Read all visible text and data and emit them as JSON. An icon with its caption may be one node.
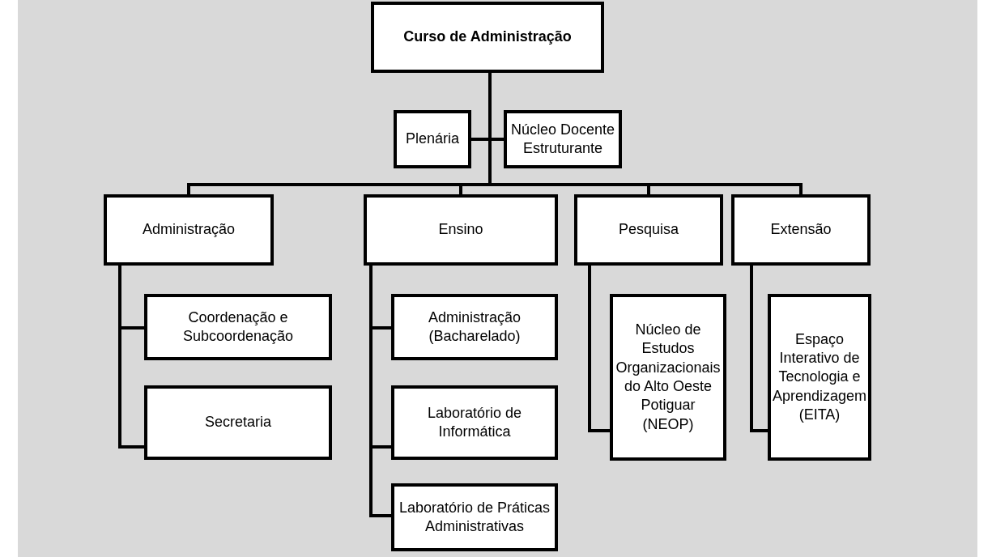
{
  "diagram": {
    "nodes": [
      {
        "text": [
          "Curso de Administração"
        ]
      },
      {
        "text": [
          "Plenária"
        ]
      },
      {
        "text": [
          "Núcleo Docente Estruturante"
        ]
      },
      {
        "text": [
          "Administração"
        ]
      },
      {
        "text": [
          "Ensino"
        ]
      },
      {
        "text": [
          "Pesquisa"
        ]
      },
      {
        "text": [
          "Extensão"
        ]
      },
      {
        "text": [
          "Coordenação e Subcoordenação"
        ]
      },
      {
        "text": [
          "Secretaria"
        ]
      },
      {
        "text": [
          "Administração (Bacharelado)"
        ]
      },
      {
        "text": [
          "Laboratório de Informática"
        ]
      },
      {
        "text": [
          "Laboratório de Práticas Administrativas"
        ]
      },
      {
        "text": [
          "Núcleo de Estudos Organizacionais do Alto Oeste Potiguar (NEOP)"
        ]
      },
      {
        "text": [
          "Espaço Interativo de Tecnologia e Aprendizagem (EITA)"
        ]
      }
    ],
    "edges": [
      {
        "from": 0,
        "to": 1,
        "arrow": "none"
      },
      {
        "from": 0,
        "to": 2,
        "arrow": "none"
      },
      {
        "from": 0,
        "to": 3,
        "arrow": "none"
      },
      {
        "from": 0,
        "to": 4,
        "arrow": "none"
      },
      {
        "from": 0,
        "to": 5,
        "arrow": "none"
      },
      {
        "from": 0,
        "to": 6,
        "arrow": "none"
      },
      {
        "from": 3,
        "to": 7,
        "arrow": "none"
      },
      {
        "from": 3,
        "to": 8,
        "arrow": "none"
      },
      {
        "from": 4,
        "to": 9,
        "arrow": "none"
      },
      {
        "from": 4,
        "to": 10,
        "arrow": "none"
      },
      {
        "from": 4,
        "to": 11,
        "arrow": "none"
      },
      {
        "from": 5,
        "to": 12,
        "arrow": "none"
      },
      {
        "from": 6,
        "to": 13,
        "arrow": "none"
      }
    ]
  }
}
